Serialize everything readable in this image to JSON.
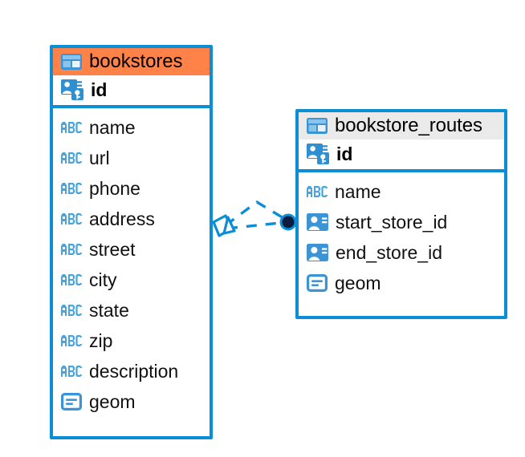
{
  "diagram": {
    "type": "entity-relationship-diagram",
    "background_color": "#ffffff",
    "accent_color": "#0b8ed6",
    "highlight_color": "#ff8348",
    "header_grey": "#eaeaea",
    "icon_blue_light": "#4ba3dc",
    "icon_blue": "#3d94d4"
  },
  "tables": [
    {
      "name": "bookstores",
      "header_style": "orange",
      "icon": "table-grid-icon",
      "primary_key": {
        "label": "id",
        "icon": "primary-key-icon"
      },
      "columns": [
        {
          "label": "name",
          "icon": "abc-text-icon"
        },
        {
          "label": "url",
          "icon": "abc-text-icon"
        },
        {
          "label": "phone",
          "icon": "abc-text-icon"
        },
        {
          "label": "address",
          "icon": "abc-text-icon"
        },
        {
          "label": "street",
          "icon": "abc-text-icon"
        },
        {
          "label": "city",
          "icon": "abc-text-icon"
        },
        {
          "label": "state",
          "icon": "abc-text-icon"
        },
        {
          "label": "zip",
          "icon": "abc-text-icon"
        },
        {
          "label": "description",
          "icon": "abc-text-icon"
        },
        {
          "label": "geom",
          "icon": "geometry-icon"
        }
      ]
    },
    {
      "name": "bookstore_routes",
      "header_style": "grey",
      "icon": "table-grid-icon",
      "primary_key": {
        "label": "id",
        "icon": "primary-key-icon"
      },
      "columns": [
        {
          "label": "name",
          "icon": "abc-text-icon"
        },
        {
          "label": "start_store_id",
          "icon": "foreign-key-icon"
        },
        {
          "label": "end_store_id",
          "icon": "foreign-key-icon"
        },
        {
          "label": "geom",
          "icon": "geometry-icon"
        }
      ]
    }
  ],
  "relationship": {
    "style": "dashed",
    "color": "#0b8ed6",
    "source_marker": "diamond-crowsfoot",
    "target_marker": "filled-circle",
    "target_marker_color": "#0d1b3e"
  }
}
